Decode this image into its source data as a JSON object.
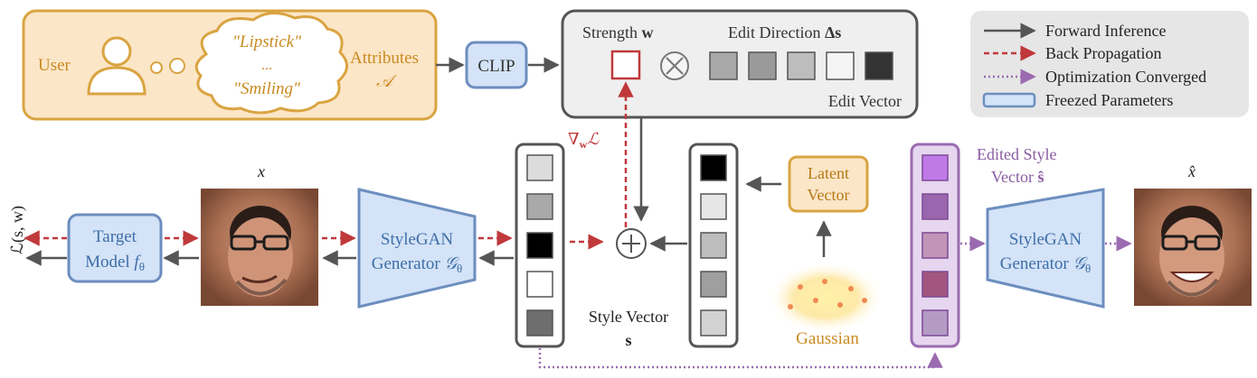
{
  "user_panel": {
    "user_label": "User",
    "thought_top": "\"Lipstick\"",
    "thought_mid": "...",
    "thought_bottom": "\"Smiling\"",
    "attributes_label": "Attributes",
    "attributes_symbol": "𝒜"
  },
  "clip_label": "CLIP",
  "edit_panel": {
    "strength_label": "Strength",
    "strength_symbol": "w",
    "direction_label": "Edit Direction",
    "direction_symbol": "Δs",
    "otimes": "⊗",
    "edit_vector_label": "Edit Vector",
    "direction_cells": [
      "#a8a8a8",
      "#9a9a9a",
      "#bdbdbd",
      "#f5f5f5",
      "#333333"
    ]
  },
  "legend": {
    "forward": "Forward Inference",
    "back": "Back Propagation",
    "converged": "Optimization Converged",
    "freezed": "Freezed Parameters"
  },
  "gradient_label": "∇",
  "gradient_sub": "w",
  "gradient_L": "ℒ",
  "loss_label": "ℒ(s, w)",
  "target_model": {
    "line1": "Target",
    "line2": "Model",
    "symbol": "f",
    "sub": "θ"
  },
  "x_label": "x",
  "x_hat_label": "x̂",
  "generator_left": {
    "line1": "StyleGAN",
    "line2": "Generator",
    "symbol": "𝒢",
    "sub": "θ"
  },
  "generator_right": {
    "line1": "StyleGAN",
    "line2": "Generator",
    "symbol": "𝒢",
    "sub": "θ"
  },
  "style_vector_label": "Style Vector",
  "style_vector_symbol": "s",
  "oplus": "⊕",
  "latent_vector": {
    "line1": "Latent",
    "line2": "Vector"
  },
  "gaussian_label": "Gaussian",
  "edited_style": {
    "line1": "Edited Style",
    "line2": "Vector",
    "symbol": "ŝ"
  },
  "style_cells": [
    "#dcdcdc",
    "#a9a9a9",
    "#000000",
    "#ffffff",
    "#6e6e6e"
  ],
  "latent_cells": [
    "#000000",
    "#e6e6e6",
    "#bdbdbd",
    "#9f9f9f",
    "#d2d2d2"
  ],
  "edited_cells": [
    "#c07ae8",
    "#9a66ad",
    "#c294b8",
    "#a2567f",
    "#b49bc4"
  ],
  "colors": {
    "orange_fill": "#fce6c8",
    "orange_stroke": "#d9a441",
    "blue_fill": "#d4e3f7",
    "blue_stroke": "#6c8ebf",
    "gray_fill": "#efefef",
    "gray_stroke": "#555555",
    "red_dashed": "#c0393b",
    "purple": "#9a6bb0",
    "purple_fill": "#e6d6ef",
    "text_dark": "#333333"
  }
}
